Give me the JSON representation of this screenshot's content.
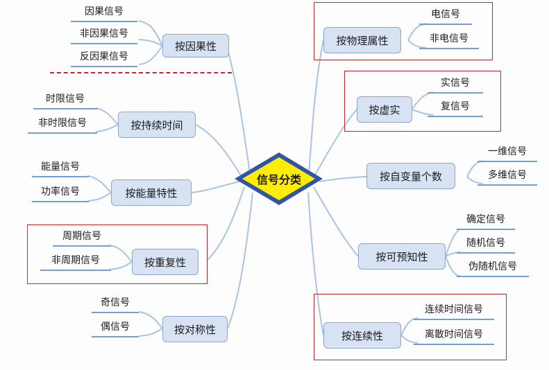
{
  "center": {
    "label": "信号分类"
  },
  "left": {
    "causality": {
      "label": "按因果性",
      "leaves": [
        "因果信号",
        "非因果信号",
        "反因果信号"
      ]
    },
    "duration": {
      "label": "按持续时间",
      "leaves": [
        "时限信号",
        "非时限信号"
      ]
    },
    "energy": {
      "label": "按能量特性",
      "leaves": [
        "能量信号",
        "功率信号"
      ]
    },
    "repetition": {
      "label": "按重复性",
      "leaves": [
        "周期信号",
        "非周期信号"
      ]
    },
    "symmetry": {
      "label": "按对称性",
      "leaves": [
        "奇信号",
        "偶信号"
      ]
    }
  },
  "right": {
    "physical": {
      "label": "按物理属性",
      "leaves": [
        "电信号",
        "非电信号"
      ]
    },
    "real": {
      "label": "按虚实",
      "leaves": [
        "实信号",
        "复信号"
      ]
    },
    "variables": {
      "label": "按自变量个数",
      "leaves": [
        "一维信号",
        "多维信号"
      ]
    },
    "predictability": {
      "label": "按可预知性",
      "leaves": [
        "确定信号",
        "随机信号",
        "伪随机信号"
      ]
    },
    "continuity": {
      "label": "按连续性",
      "leaves": [
        "连续时间信号",
        "离散时间信号"
      ]
    }
  },
  "colors": {
    "branch_fill": "#d7e3f3",
    "branch_border": "#8aa6cc",
    "line": "#6f9fd6",
    "highlight": "#c4262b",
    "center_fill": "#ffee00",
    "center_border": "#2f55a4"
  }
}
